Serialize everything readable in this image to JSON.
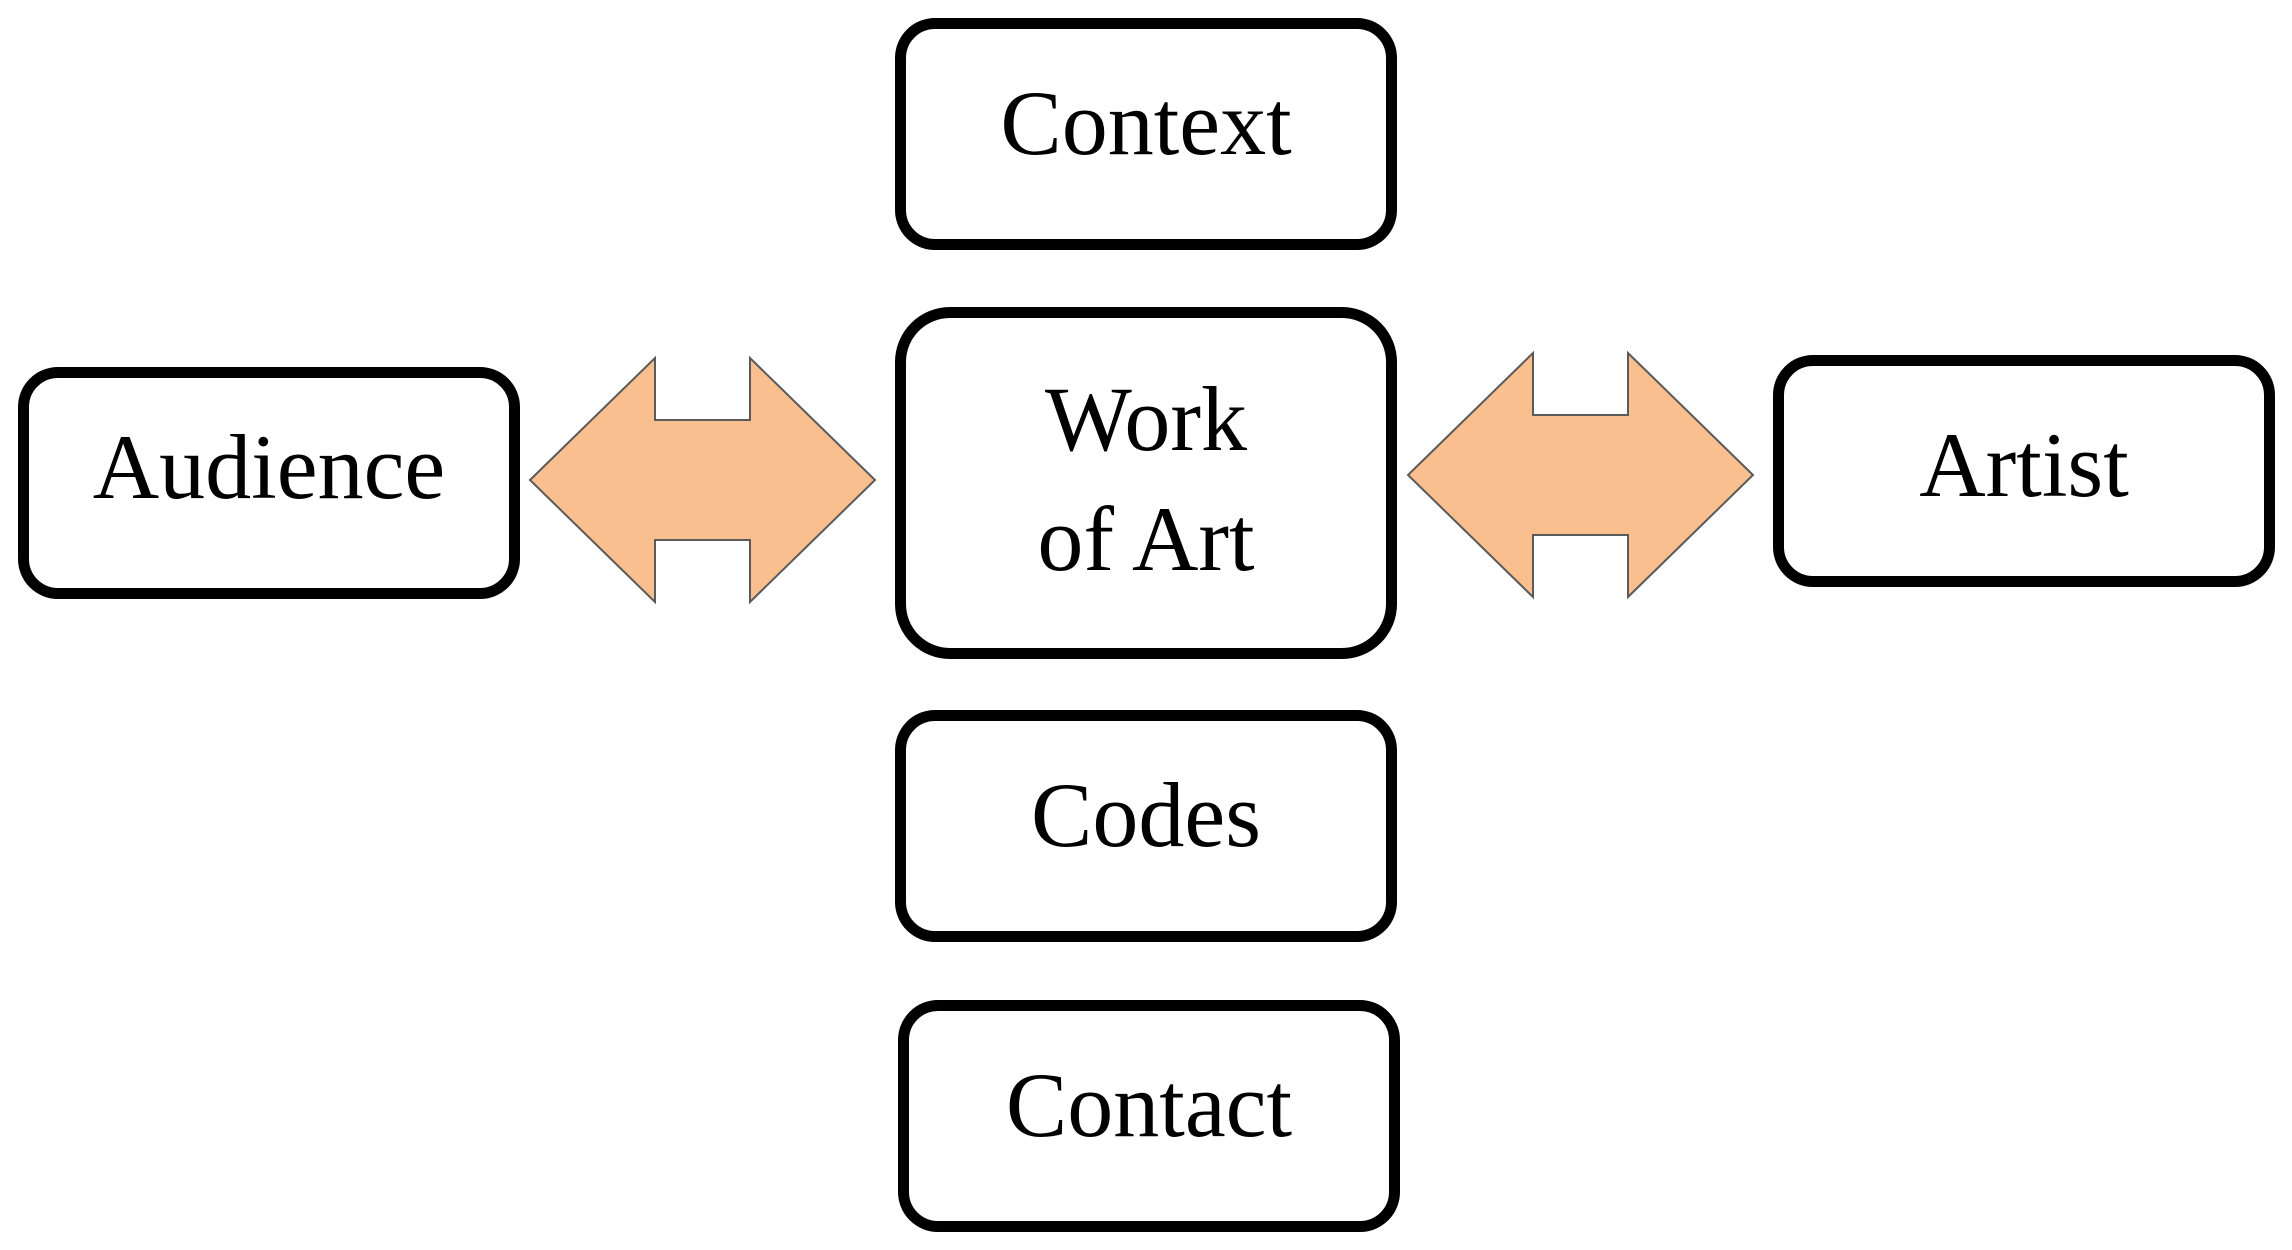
{
  "diagram": {
    "nodes": {
      "context": "Context",
      "work_line1": "Work",
      "work_line2": "of Art",
      "codes": "Codes",
      "contact": "Contact",
      "audience": "Audience",
      "artist": "Artist"
    },
    "edges": [
      {
        "from": "audience",
        "to": "work_of_art",
        "direction": "both"
      },
      {
        "from": "work_of_art",
        "to": "artist",
        "direction": "both"
      }
    ],
    "colors": {
      "arrow_fill": "#f9bf8f",
      "arrow_stroke": "#5a5a5a",
      "box_border": "#000000",
      "text": "#000000"
    }
  }
}
